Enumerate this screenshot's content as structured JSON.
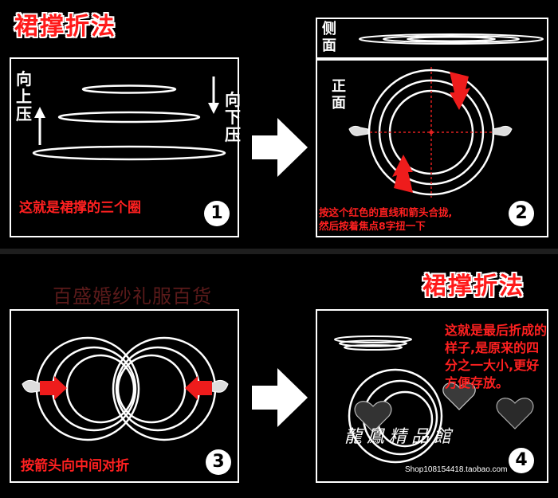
{
  "top": {
    "title": "裙撑折法",
    "panel1": {
      "label_up": "向上压",
      "label_down": "向下压",
      "caption": "这就是裙撑的三个圈",
      "step": "1"
    },
    "panel2": {
      "label_side": "侧面",
      "label_front": "正面",
      "caption_line1": "按这个红色的直线和箭头合拢,",
      "caption_line2": "然后按着焦点8字扭一下",
      "step": "2"
    }
  },
  "bottom": {
    "title": "裙撑折法",
    "watermark": "百盛婚纱礼服百货",
    "panel3": {
      "caption": "按箭头向中间对折",
      "step": "3"
    },
    "panel4": {
      "caption": "这就是最后折成的样子,是原来的四分之一大小,更好方便存放。",
      "step": "4",
      "signature": "龍鳳精品館",
      "shop_url": "Shop108154418.taobao.com"
    }
  },
  "colors": {
    "background": "#000000",
    "accent_red": "#ff2020",
    "line_white": "#ffffff",
    "divider": "#1e1e1e"
  }
}
